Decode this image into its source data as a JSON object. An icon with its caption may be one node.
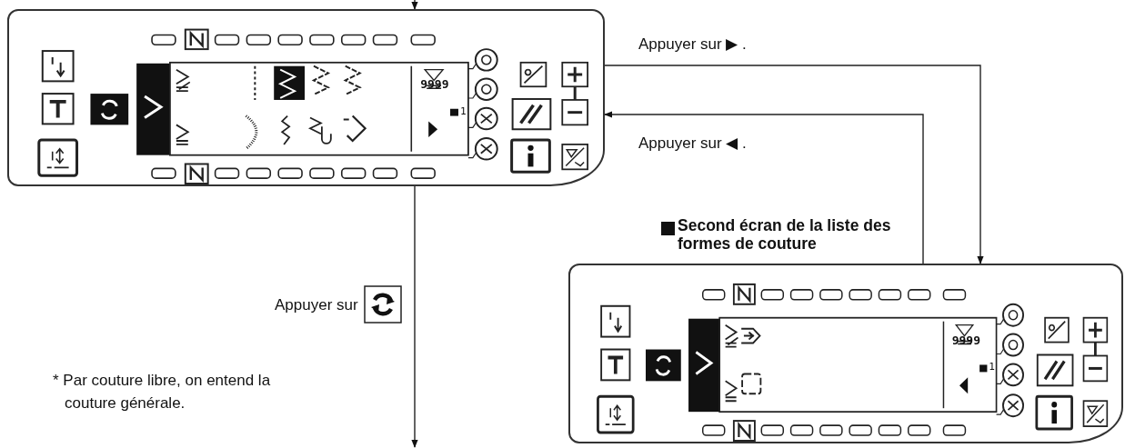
{
  "diagram": {
    "nodes": [
      {
        "text": [
          "9999",
          "1"
        ]
      },
      {
        "text": [
          "Second écran de la liste des formes de couture",
          "9999",
          "1"
        ]
      }
    ],
    "edges": [
      {
        "from": null,
        "to": 0,
        "arrow": "to"
      },
      {
        "from": 0,
        "to": 1,
        "arrow": "to",
        "label": "Appuyer sur ▶ ."
      },
      {
        "from": 1,
        "to": 0,
        "arrow": "to",
        "label": "Appuyer sur ◀ ."
      },
      {
        "from": 0,
        "to": null,
        "arrow": "to",
        "label": "Appuyer sur"
      }
    ],
    "labels": [
      "* Par couture libre, on entend la couture générale."
    ]
  }
}
